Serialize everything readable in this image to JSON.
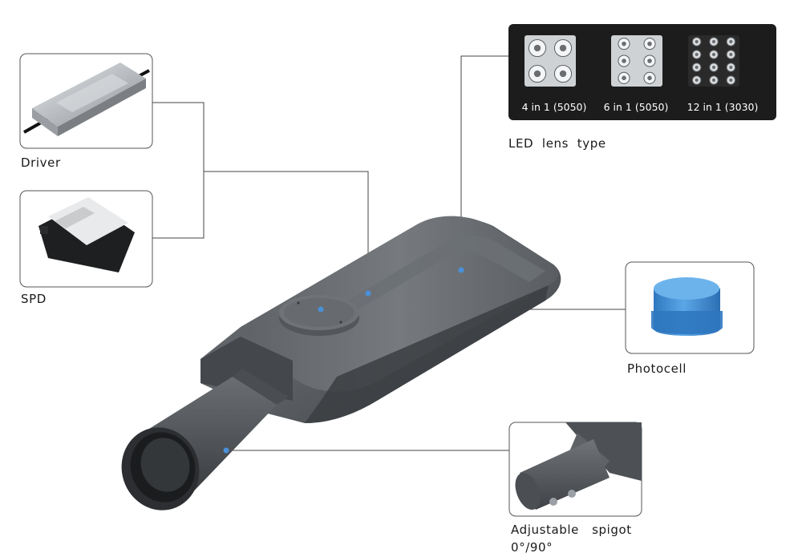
{
  "components": {
    "driver": {
      "label": "Driver",
      "icon": "led-driver-image"
    },
    "spd": {
      "label": "SPD",
      "icon": "surge-protection-device-image"
    },
    "led_lens": {
      "label": "LED  lens  type",
      "options": [
        {
          "caption": "4 in 1 (5050)",
          "led_count": 4
        },
        {
          "caption": "6 in 1 (5050)",
          "led_count": 6
        },
        {
          "caption": "12 in 1 (3030)",
          "led_count": 12
        }
      ]
    },
    "photocell": {
      "label": "Photocell",
      "icon": "photocell-image"
    },
    "spigot": {
      "label_line1": "Adjustable   spigot",
      "label_line2": "0°/90°",
      "icon": "spigot-image"
    }
  },
  "colors": {
    "housing": "#5b5f63",
    "housing_dark": "#3e4145",
    "leader_line": "#444444",
    "marker_dot": "#4a90d9",
    "photocell_blue": "#3f8fd4",
    "lens_panel": "#1c1c1c"
  }
}
